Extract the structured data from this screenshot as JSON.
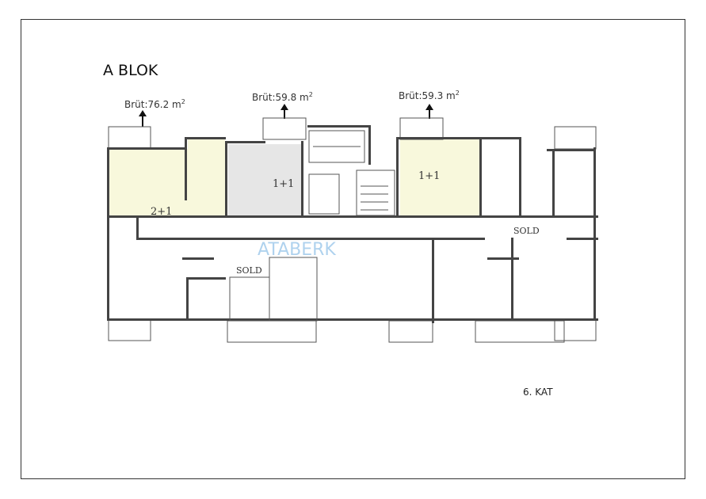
{
  "block_title": "A BLOK",
  "floor_label": "6. KAT",
  "watermark": "ATABERK",
  "units": [
    {
      "area_label": "Brüt:76.2 m",
      "sup": "2",
      "type": "2+1",
      "color": "#f8f8dc"
    },
    {
      "area_label": "Brüt:59.8 m",
      "sup": "2",
      "type": "1+1",
      "color": "#e6e6e6"
    },
    {
      "area_label": "Brüt:59.3 m",
      "sup": "2",
      "type": "1+1",
      "color": "#f8f8dc"
    }
  ],
  "sold_labels": [
    "SOLD",
    "SOLD"
  ]
}
